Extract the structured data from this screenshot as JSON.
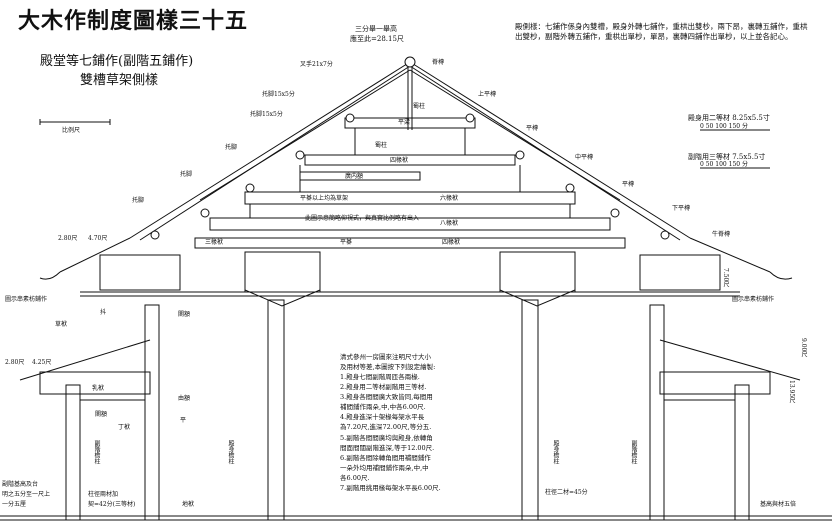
{
  "title": "大木作制度圖樣三十五",
  "subtitle": "殿堂等七鋪作(副階五鋪作)",
  "subtitle2": "雙槽草架側樣",
  "scale_label": "比例尺",
  "top_note": {
    "line1": "三分舉一舉高",
    "line2": "應至此=28.15尺"
  },
  "header_note": "殿側樣：七鋪作係身內雙槽，殿身外轉七鋪作，重栱出雙杪，兩下昂，裏轉五鋪作，重栱出雙杪，副階外轉五鋪作，重栱出單杪，單昂，裏轉四鋪作出單杪，以上並各記心。",
  "legend": {
    "a": "殿身用二等材 8.25x5.5寸",
    "a_scale": "0   50   100  150 分",
    "b": "副階用三等材 7.5x5.5寸",
    "b_scale": "0  50  100  150  分"
  },
  "labels": {
    "jiazi": "叉手21x7分",
    "tuo": "托腳",
    "tuo2": "托脚",
    "tuojiao15": "托脚15x5分",
    "ji_bang": "蜀柱",
    "ping_liang": "平梁",
    "si_chuan": "四椽栿",
    "lu_nei": "廣内額",
    "ping_qi": "平棊以上均為草架",
    "liu_chuan": "六椽栿",
    "ba_chuan": "八椽栿",
    "san_chuan": "三椽栿",
    "ping_qi2": "平棊",
    "ru_fu": "乳栿",
    "si_chuan2": "四椽栿",
    "fengtou": "抖",
    "ping_tou": "平槫",
    "shang_ping": "上平槫",
    "ji_tou": "脊槫",
    "zhong_ping": "中平槫",
    "xia_ping": "下平槫",
    "ya_yan": "牛脊槫",
    "guo_note": "此圖示意簡略仰視式，與真實比例略有出入",
    "qiang": "平",
    "left_note_top": "圖示串素枋鋪作",
    "right_note_top": "圖示串素枋鋪作",
    "cao": "草栿",
    "lu_e": "闌額",
    "ru_fu2": "乳栿",
    "you_e": "由額",
    "yong_e": "闌額",
    "ding_fu": "丁栿",
    "shi_e": "地栿",
    "zhu_jiao": "殿身檐柱",
    "fu_jie_zhu": "副階檐柱",
    "fu_jie_zhu2": "副階檐柱",
    "dian_shen_zhu": "殿身檐柱",
    "dian_shen_zhu2": "殿身檐柱",
    "zhu_jing": "柱徑二材=45分",
    "zhu_jing_l": "柱徑兩材加",
    "zhu_jing_l2": "契=42分(三等材)",
    "left_bottom1": "副階基高及台",
    "left_bottom2": "明之五分至一尺上",
    "left_bottom3": "一分五厘",
    "right_bottom": "基高與材五倍",
    "dim1": "2.80尺",
    "dim2": "4.70尺",
    "dim3": "2.80尺",
    "dim4": "4.25尺",
    "dim5": "9.00尺",
    "dim6": "7.50尺",
    "dim7": "13.95尺"
  },
  "notes": [
    "清式參州一房圖來注明尺寸大小",
    "及用材等差,本圖按下列設定繪製:",
    "1.殿身七間副階周匝各兩椽.",
    "2.殿身用二等材副階用三等材.",
    "3.殿身各間間廣大致皆同,每間用",
    "  補間鋪作兩朵,中,中各6.00尺.",
    "4.殿身進深十架椽每架水平長",
    "  為7.20尺,進深72.00尺,等分五.",
    "5.副階各間間廣均與殿身,依轉角",
    "  間面間闊副階進深,等于12.00尺.",
    "6.副階各間除轉角間用補間鋪作",
    "  一朵外均用補間鋪作兩朵,中,中",
    "  各6.00尺.",
    "7.副階用挑用椽每架水平長6.00尺."
  ]
}
